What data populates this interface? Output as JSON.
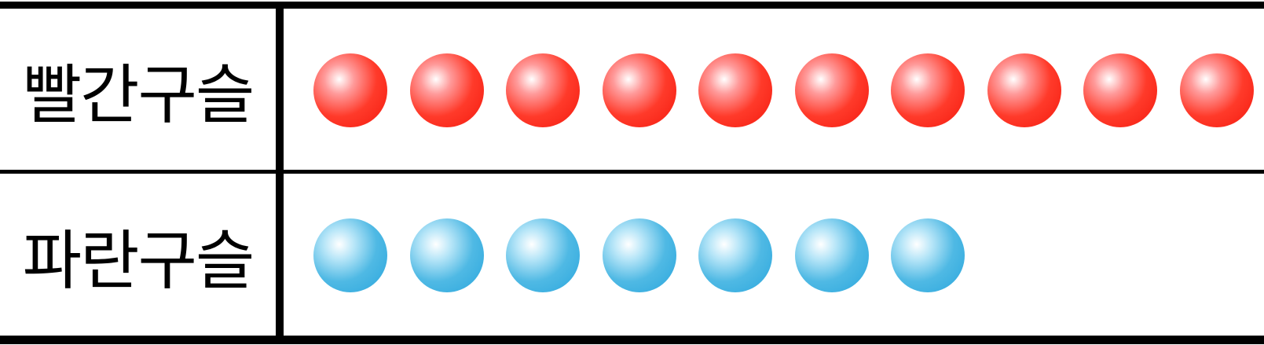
{
  "rows": [
    {
      "label": "빨간구슬",
      "count": 10,
      "color": "#f41a0e"
    },
    {
      "label": "파란구슬",
      "count": 7,
      "color": "#2aa6dd"
    }
  ]
}
